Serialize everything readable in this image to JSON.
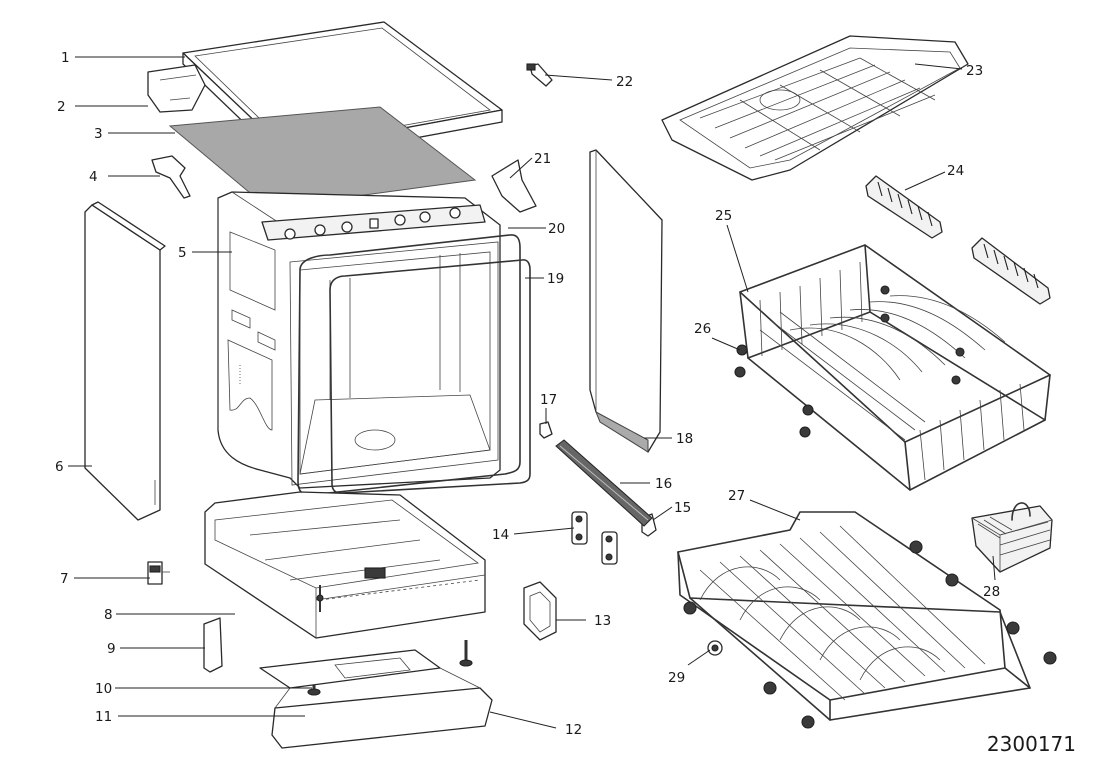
{
  "diagram": {
    "drawing_number": "2300171",
    "part_labels": [
      "1",
      "2",
      "3",
      "4",
      "5",
      "6",
      "7",
      "8",
      "9",
      "10",
      "11",
      "12",
      "13",
      "14",
      "15",
      "16",
      "17",
      "18",
      "19",
      "20",
      "21",
      "22",
      "23",
      "24",
      "25",
      "26",
      "27",
      "28",
      "29"
    ]
  }
}
